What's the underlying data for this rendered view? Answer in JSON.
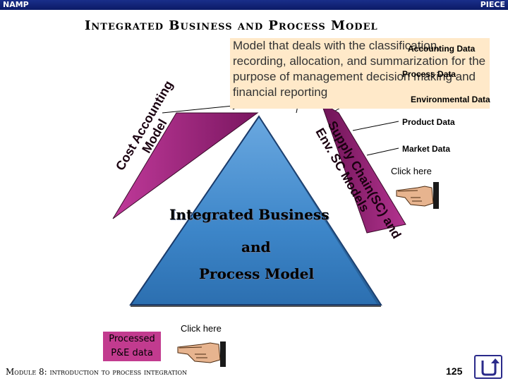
{
  "header": {
    "left": "NAMP",
    "right": "PIECE"
  },
  "title": "Integrated  Business and Process Model",
  "definition": "Model that deals with the classification, recording, allocation, and summarization for the purpose of management decision making and financial reporting",
  "data_labels": {
    "accounting": "Accounting Data",
    "process": "Process Data",
    "environmental": "Environmental Data",
    "product": "Product Data",
    "market": "Market Data"
  },
  "left_panel": {
    "line1": "Cost Accounting",
    "line2": "Model"
  },
  "right_panel": {
    "line1": "Supply Chain(SC) and",
    "line2": "Env. SC Models"
  },
  "triangle": {
    "line1": "Integrated Business",
    "line2": "and",
    "line3": "Process Model"
  },
  "click_here_right": "Click here",
  "click_here_bottom": "Click here",
  "processed_box": {
    "line1": "Processed",
    "line2": "P&E data"
  },
  "footer": "Module 8: introduction to process integration",
  "page_number": "125",
  "colors": {
    "header": "#0b1a66",
    "triangle": "#4a8fd0",
    "panels": "#8a1a6a",
    "box": "#ffe9c9",
    "processed": "#c23b8f"
  },
  "icons": [
    "pointing-hand-icon",
    "return-arrow-icon"
  ]
}
